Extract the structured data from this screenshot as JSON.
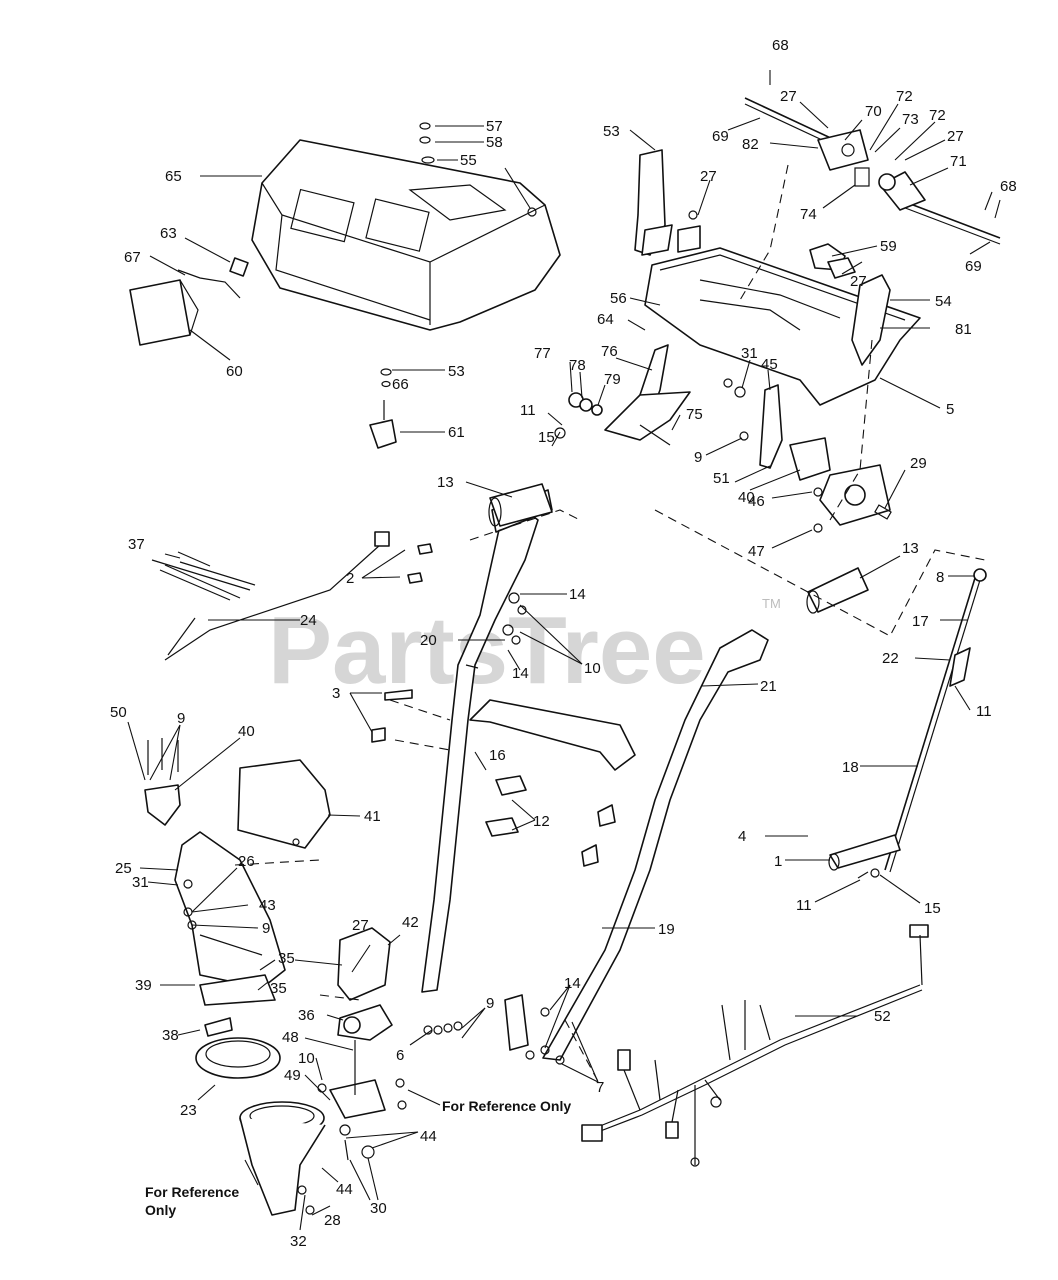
{
  "watermark": {
    "text": "PartsTree",
    "mark": "TM"
  },
  "notes": {
    "for_reference_only_center": "For Reference Only",
    "for_reference_only_left_line1": "For Reference",
    "for_reference_only_left_line2": "Only"
  },
  "callouts": {
    "c1": "1",
    "c2": "2",
    "c3": "3",
    "c4": "4",
    "c5": "5",
    "c6": "6",
    "c7": "7",
    "c8": "8",
    "c9a": "9",
    "c9b": "9",
    "c9c": "9",
    "c9d": "9",
    "c10a": "10",
    "c10b": "10",
    "c11a": "11",
    "c11b": "11",
    "c11c": "11",
    "c12": "12",
    "c13a": "13",
    "c13b": "13",
    "c14a": "14",
    "c14b": "14",
    "c14c": "14",
    "c15a": "15",
    "c15b": "15",
    "c16": "16",
    "c17": "17",
    "c18": "18",
    "c20": "20",
    "c21": "21",
    "c22": "22",
    "c23": "23",
    "c24": "24",
    "c25": "25",
    "c26": "26",
    "c27a": "27",
    "c27b": "27",
    "c27c": "27",
    "c27d": "27",
    "c27e": "27",
    "c28": "28",
    "c29": "29",
    "c30": "30",
    "c31a": "31",
    "c31b": "31",
    "c32": "32",
    "c35a": "35",
    "c35b": "35",
    "c36": "36",
    "c37": "37",
    "c38": "38",
    "c39": "39",
    "c40a": "40",
    "c40b": "40",
    "c41": "41",
    "c42": "42",
    "c43": "43",
    "c44a": "44",
    "c44b": "44",
    "c45": "45",
    "c46": "46",
    "c47": "47",
    "c48": "48",
    "c49": "49",
    "c50": "50",
    "c51": "51",
    "c52": "52",
    "c53a": "53",
    "c53b": "53",
    "c54": "54",
    "c55": "55",
    "c56": "56",
    "c57": "57",
    "c58": "58",
    "c59": "59",
    "c60": "60",
    "c61": "61",
    "c63": "63",
    "c64": "64",
    "c65": "65",
    "c66": "66",
    "c67": "67",
    "c68a": "68",
    "c68b": "68",
    "c69a": "69",
    "c69b": "69",
    "c70": "70",
    "c71": "71",
    "c72a": "72",
    "c72b": "72",
    "c73": "73",
    "c74": "74",
    "c75": "75",
    "c76": "76",
    "c77": "77",
    "c78": "78",
    "c79": "79",
    "c81": "81",
    "c82": "82"
  }
}
